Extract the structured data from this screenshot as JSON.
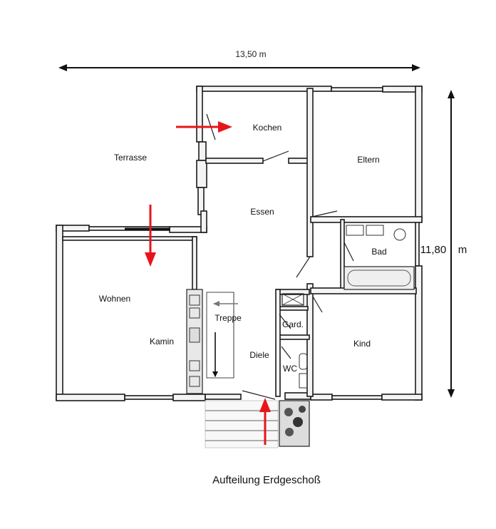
{
  "dimensions": {
    "width": "13,50 m",
    "height_value": "11,80",
    "height_unit": "m"
  },
  "rooms": {
    "kochen": "Kochen",
    "terrasse": "Terrasse",
    "eltern": "Eltern",
    "essen": "Essen",
    "bad": "Bad",
    "wohnen": "Wohnen",
    "treppe": "Treppe",
    "gard": "Gard.",
    "kamin": "Kamin",
    "diele": "Diele",
    "kind": "Kind",
    "wc": "WC"
  },
  "caption": "Aufteilung Erdgeschoß",
  "colors": {
    "arrow_red": "#e8141c",
    "arrow_black": "#111111",
    "arrow_grey": "#777777",
    "wall": "#1a1a1a"
  }
}
